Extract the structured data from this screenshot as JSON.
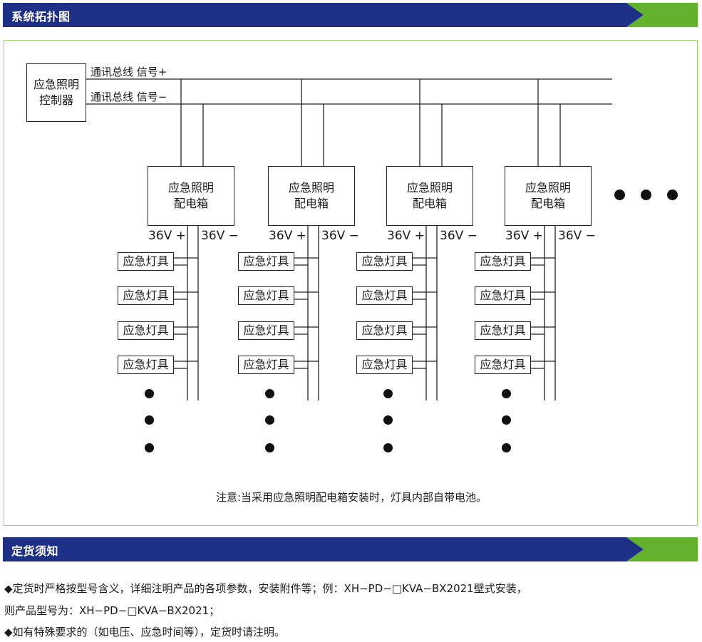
{
  "sections": {
    "topology_title": "系统拓扑图",
    "order_title": "定货须知"
  },
  "colors": {
    "header_blue": "#1e2f86",
    "header_green": "#63b22e",
    "frame_green": "#9ccf6e"
  },
  "diagram": {
    "controller": {
      "line1": "应急照明",
      "line2": "控制器"
    },
    "bus_plus": "通讯总线 信号+",
    "bus_minus": "通讯总线 信号−",
    "boxes": [
      {
        "line1": "应急照明",
        "line2": "配电箱",
        "v_plus": "36V +",
        "v_minus": "36V −",
        "lamps": [
          "应急灯具",
          "应急灯具",
          "应急灯具",
          "应急灯具"
        ]
      },
      {
        "line1": "应急照明",
        "line2": "配电箱",
        "v_plus": "36V +",
        "v_minus": "36V −",
        "lamps": [
          "应急灯具",
          "应急灯具",
          "应急灯具",
          "应急灯具"
        ]
      },
      {
        "line1": "应急照明",
        "line2": "配电箱",
        "v_plus": "36V +",
        "v_minus": "36V −",
        "lamps": [
          "应急灯具",
          "应急灯具",
          "应急灯具",
          "应急灯具"
        ]
      },
      {
        "line1": "应急照明",
        "line2": "配电箱",
        "v_plus": "36V +",
        "v_minus": "36V −",
        "lamps": [
          "应急灯具",
          "应急灯具",
          "应急灯具",
          "应急灯具"
        ]
      }
    ],
    "note": "注意:当采用应急照明配电箱安装时，灯具内部自带电池。"
  },
  "order_notes": [
    "◆定货时严格按型号含义，详细注明产品的各项参数，安装附件等；例：XH−PD−□KVA−BX2021壁式安装，",
    "  则产品型号为：XH−PD−□KVA−BX2021；",
    "◆如有特殊要求的（如电压、应急时间等），定货时请注明。"
  ]
}
